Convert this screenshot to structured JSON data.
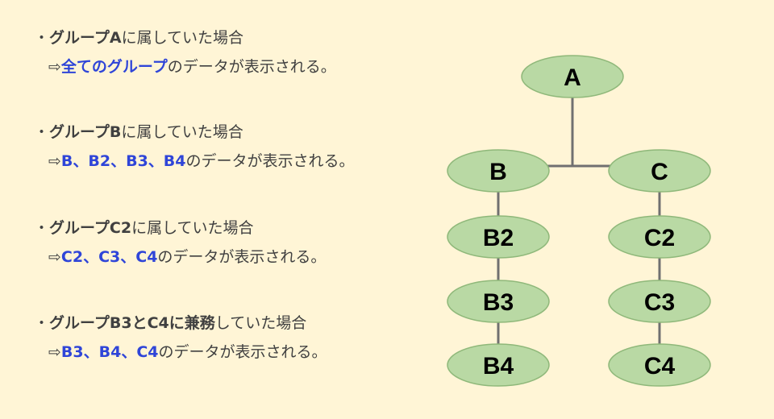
{
  "cases": [
    {
      "bullet": "・",
      "group_word": "グループ",
      "group": "A",
      "suffix_plain": "に属していた場合",
      "arrow": "⇨",
      "result": "全てのグループ",
      "tail": "のデータが表示される。"
    },
    {
      "bullet": "・",
      "group_word": "グループ",
      "group": "B",
      "suffix_plain": "に属していた場合",
      "arrow": "⇨",
      "result": "B、B2、B3、B4",
      "tail": "のデータが表示される。"
    },
    {
      "bullet": "・",
      "group_word": "グループ",
      "group": "C2",
      "suffix_plain": "に属していた場合",
      "arrow": "⇨",
      "result": "C2、C3、C4",
      "tail": "のデータが表示される。"
    },
    {
      "bullet": "・",
      "group_word": "グループ",
      "group": "B3とC4に兼務",
      "suffix_plain": "していた場合",
      "arrow": "⇨",
      "result": "B3、B4、C4",
      "tail": "のデータが表示される。"
    }
  ],
  "tree": {
    "nodes": [
      "A",
      "B",
      "C",
      "B2",
      "B3",
      "B4",
      "C2",
      "C3",
      "C4"
    ],
    "edges": [
      [
        "A",
        "B"
      ],
      [
        "A",
        "C"
      ],
      [
        "B",
        "B2"
      ],
      [
        "B2",
        "B3"
      ],
      [
        "B3",
        "B4"
      ],
      [
        "C",
        "C2"
      ],
      [
        "C2",
        "C3"
      ],
      [
        "C3",
        "C4"
      ]
    ]
  },
  "colors": {
    "node_fill": "#b9d9a4",
    "node_stroke": "#8fb87a",
    "edge": "#707070",
    "highlight": "#2f45d8"
  }
}
